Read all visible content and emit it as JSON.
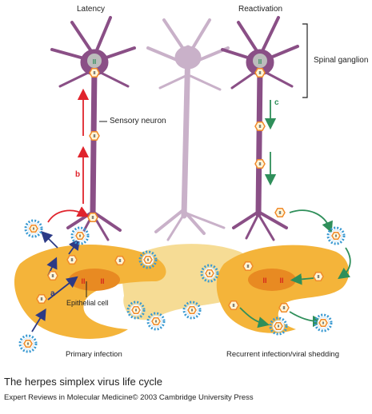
{
  "labels": {
    "latency": "Latency",
    "reactivation": "Reactivation",
    "spinal_ganglion": "Spinal ganglion",
    "sensory_neuron": "Sensory neuron",
    "epithelial_cell": "Epithelial cell",
    "primary_infection": "Primary infection",
    "recurrent_infection": "Recurrent infection/viral shedding",
    "step_a": "a",
    "step_b": "b",
    "step_c": "c"
  },
  "caption": {
    "title": "The herpes simplex virus life cycle",
    "credit": "Expert Reviews in Molecular Medicine© 2003 Cambridge University Press"
  },
  "glyph": "II",
  "colors": {
    "neuron": "#8a4f86",
    "neuron_faded": "#c9b1c9",
    "epithelial": "#f4b43a",
    "epithelial_faded": "#f6dc95",
    "nucleus": "#e88a22",
    "virus_ring": "#3a9ad2",
    "capsid": "#f08a2a",
    "red_arrow": "#e0242c",
    "green_arrow": "#2f8f5a",
    "blue_arrow": "#2c3a86"
  }
}
